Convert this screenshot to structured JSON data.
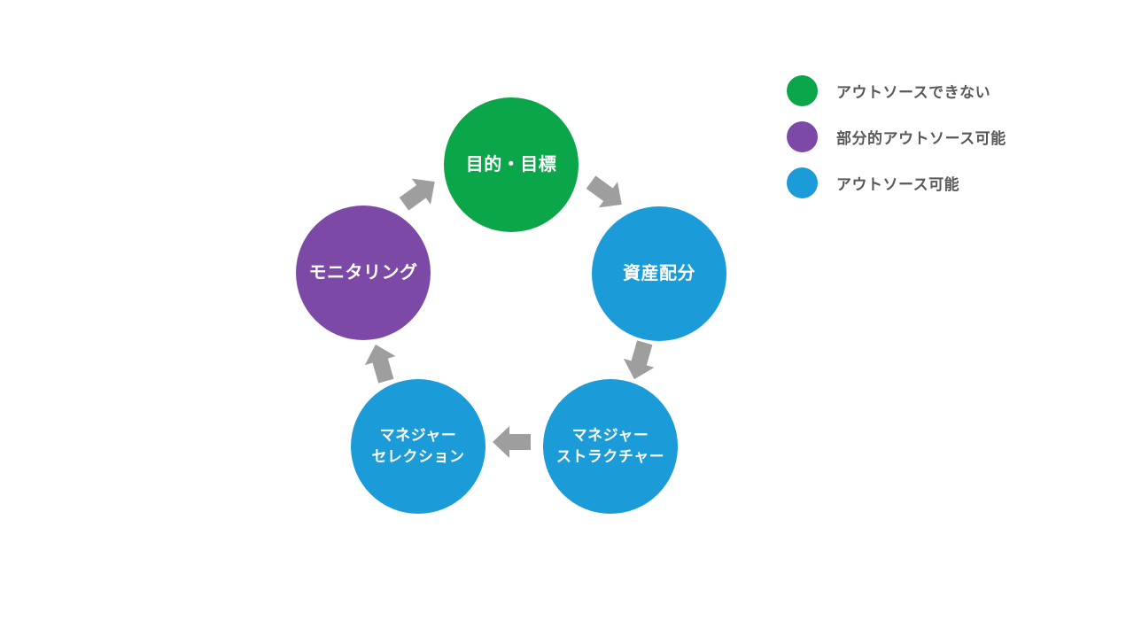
{
  "legend": {
    "items": [
      {
        "id": "cannot-outsource",
        "label": "アウトソースできない",
        "color": "#0ca64a"
      },
      {
        "id": "partial-outsource",
        "label": "部分的アウトソース可能",
        "color": "#7d49a6"
      },
      {
        "id": "can-outsource",
        "label": "アウトソース可能",
        "color": "#1b9cd8"
      }
    ]
  },
  "cycle": {
    "nodes": [
      {
        "id": "goals",
        "label": "目的・目標",
        "color": "#0ca64a",
        "category": "cannot-outsource"
      },
      {
        "id": "asset-allocation",
        "label": "資産配分",
        "color": "#1b9cd8",
        "category": "can-outsource"
      },
      {
        "id": "manager-structure",
        "label": "マネジャー\nストラクチャー",
        "color": "#1b9cd8",
        "category": "can-outsource"
      },
      {
        "id": "manager-selection",
        "label": "マネジャー\nセレクション",
        "color": "#1b9cd8",
        "category": "can-outsource"
      },
      {
        "id": "monitoring",
        "label": "モニタリング",
        "color": "#7d49a6",
        "category": "partial-outsource"
      }
    ],
    "arrows": [
      {
        "from": "monitoring",
        "to": "goals"
      },
      {
        "from": "goals",
        "to": "asset-allocation"
      },
      {
        "from": "asset-allocation",
        "to": "manager-structure"
      },
      {
        "from": "manager-structure",
        "to": "manager-selection"
      },
      {
        "from": "manager-selection",
        "to": "monitoring"
      }
    ]
  },
  "colors": {
    "arrow": "#9e9e9e",
    "legend_text": "#595959",
    "node_text": "#ffffff",
    "background": "#ffffff"
  }
}
